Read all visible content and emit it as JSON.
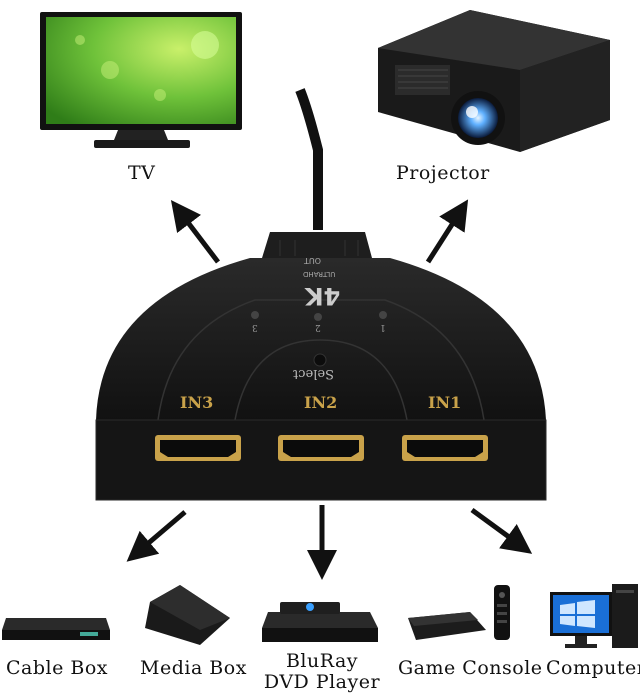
{
  "devices": {
    "tv_label": "TV",
    "projector_label": "Projector",
    "cable_box_label": "Cable Box",
    "media_box_label": "Media Box",
    "bluray_label_line1": "BluRay",
    "bluray_label_line2": "DVD Player",
    "game_console_label": "Game Console",
    "computer_label": "Computer"
  },
  "switch": {
    "out_label": "OUT",
    "brand_big": "4K",
    "brand_small": "ULTRAHD",
    "led_1": "1",
    "led_2": "2",
    "led_3": "3",
    "select_label": "Select",
    "port_in1": "IN1",
    "port_in2": "IN2",
    "port_in3": "IN3"
  },
  "colors": {
    "switch_body": "#1b1b1b",
    "port_gold": "#c9a24a",
    "tv_screen": "#6fc23a",
    "projector_lens": "#3f8fff"
  }
}
